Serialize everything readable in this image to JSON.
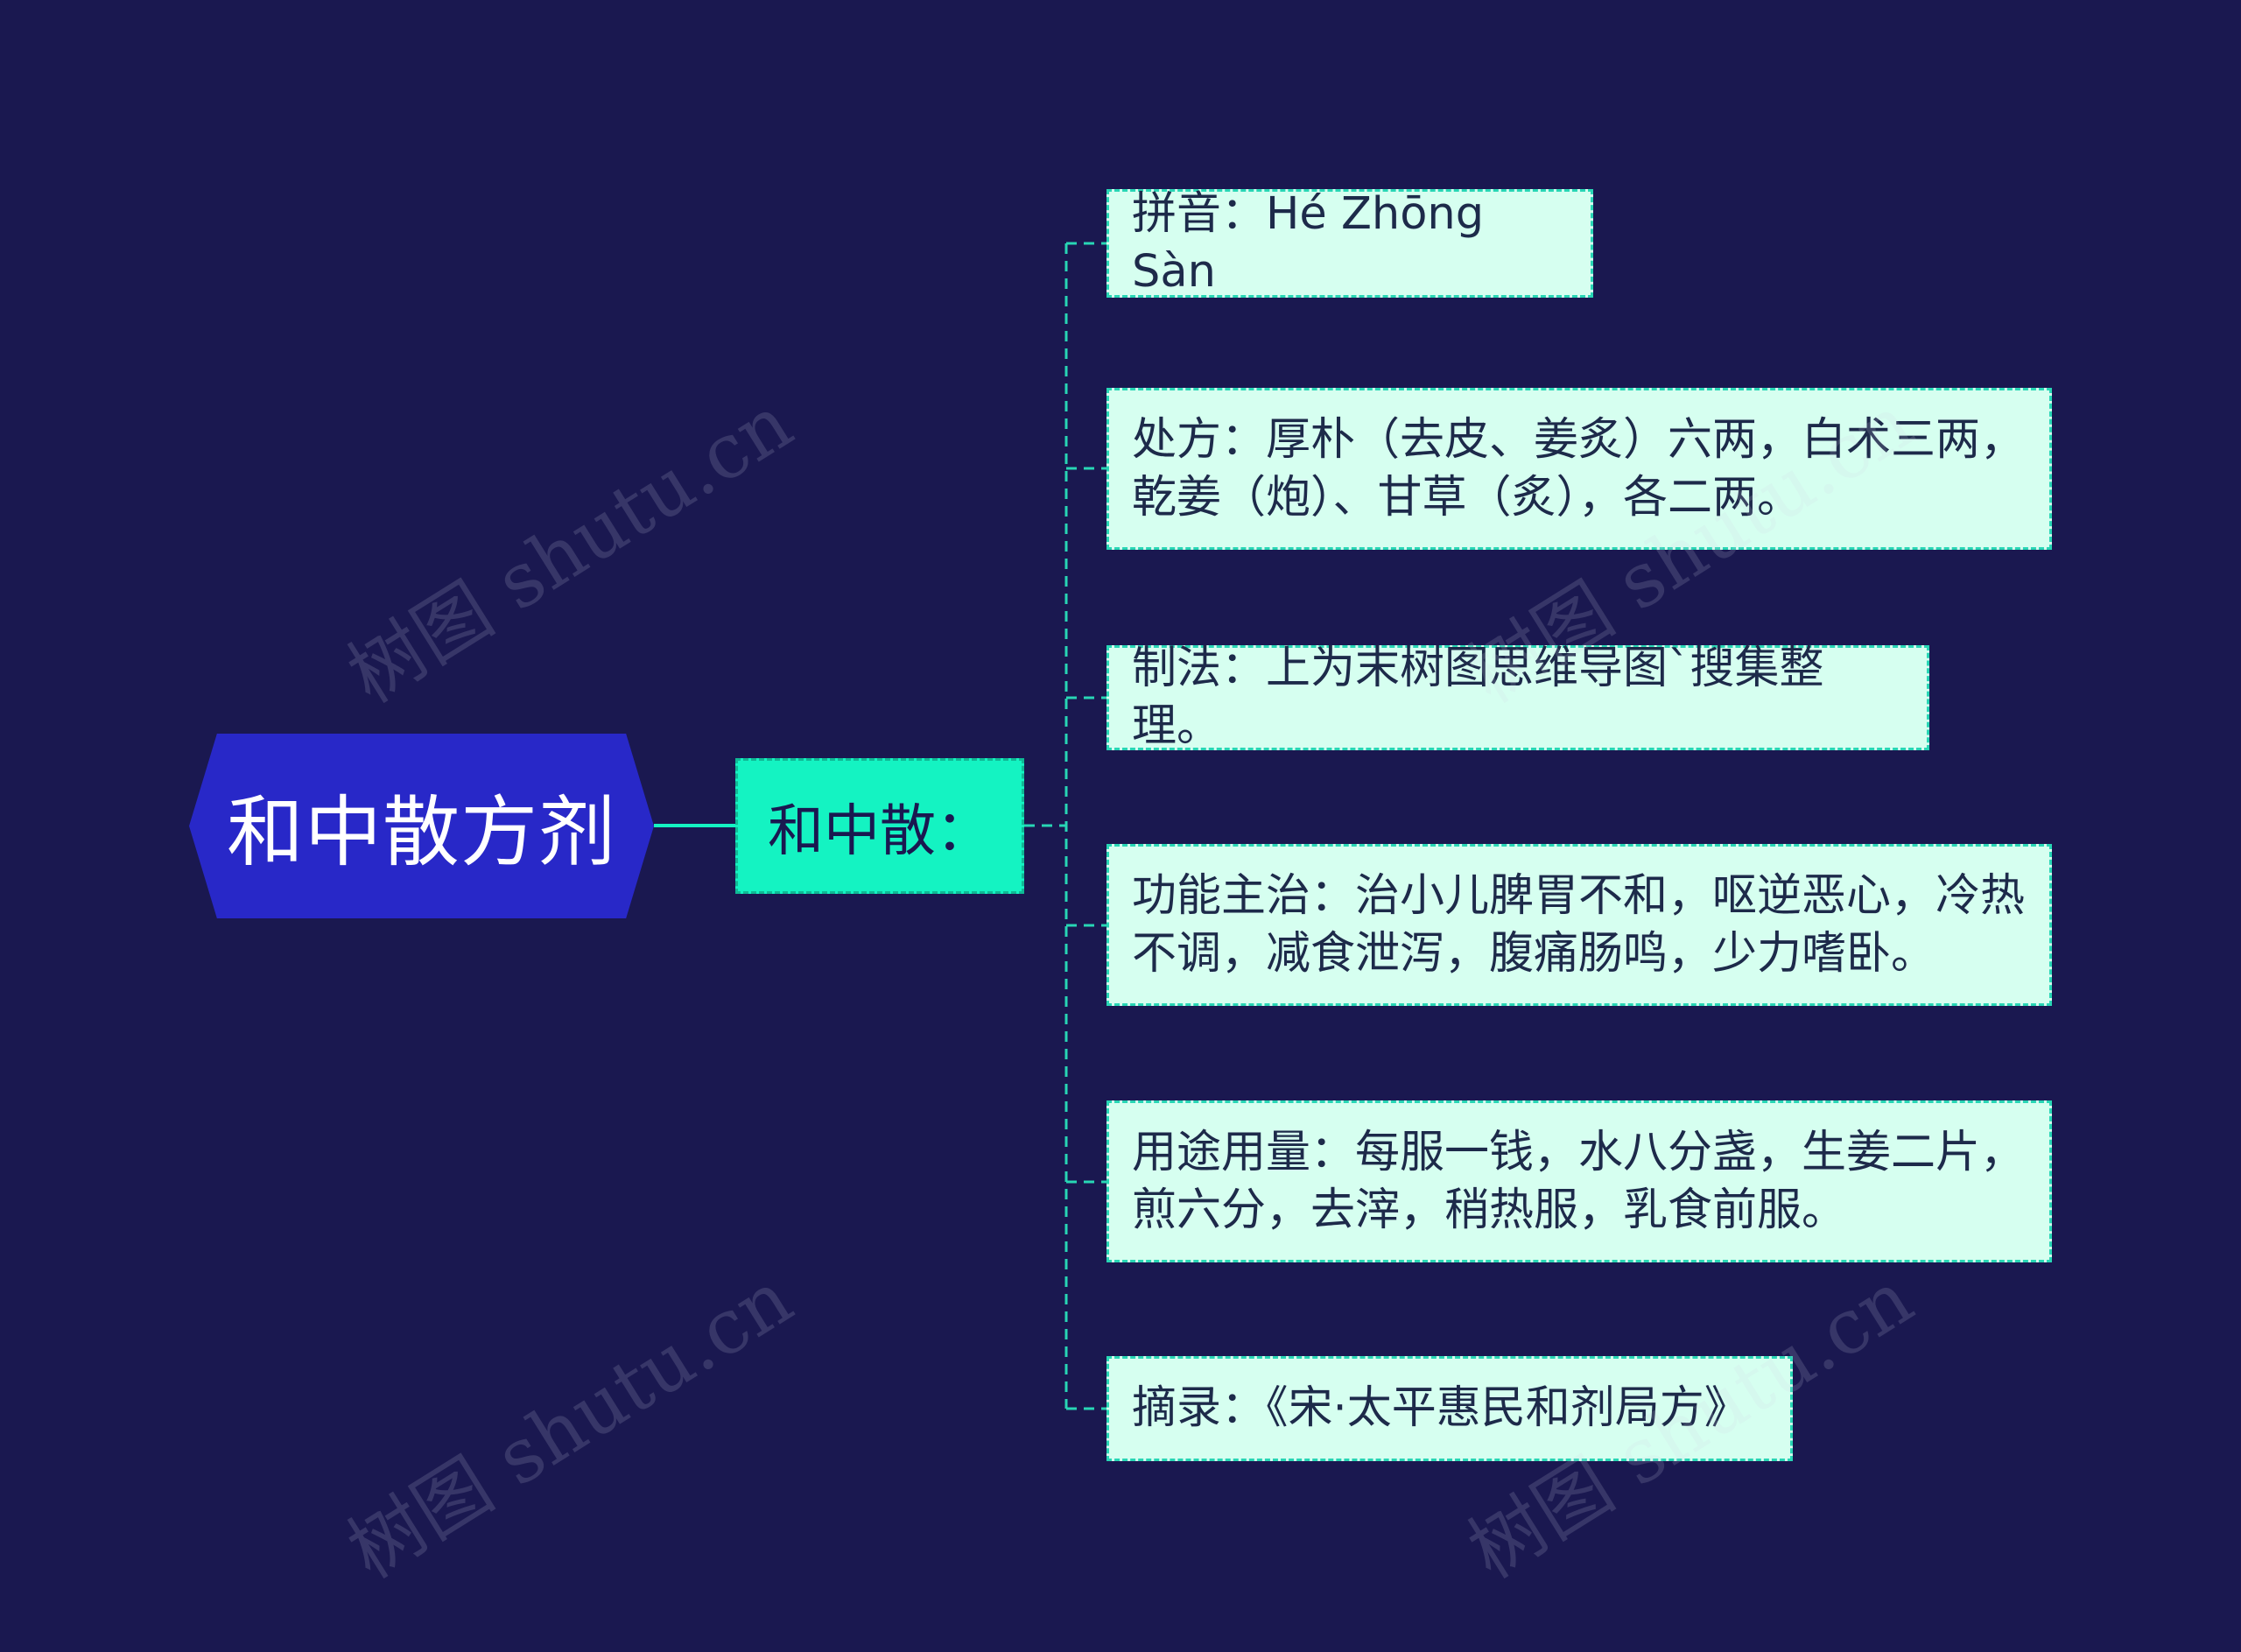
{
  "root": {
    "title": "和中散方剂"
  },
  "mid": {
    "title": "和中散："
  },
  "leaves": [
    {
      "text": "拼音：Hé Zhōng Sàn"
    },
    {
      "text": "处方：厚朴（去皮、姜炙）六两，白术三两，乾姜（炮）、甘草（炙），各二两。"
    },
    {
      "text": "制法：上为末树图思维导图`搜集整理。"
    },
    {
      "text": "功能主治：治小儿脾胃不和，呕逆恶心，冷热不调，减食泄泻，腹痛肠鸣，少力嗜卧。"
    },
    {
      "text": "用途用量：每服一钱，水八分盏，生姜二片，煎六分，去滓，稍热服，乳食前服。"
    },
    {
      "text": "摘录：《宋·太平惠民和剂局方》"
    }
  ],
  "watermark": {
    "text": "树图 shutu.cn"
  },
  "colors": {
    "background": "#1a1850",
    "root": "#2828c8",
    "mid": "#14f3c2",
    "leaf": "#d6fff0",
    "connector": "#28d6b5"
  }
}
